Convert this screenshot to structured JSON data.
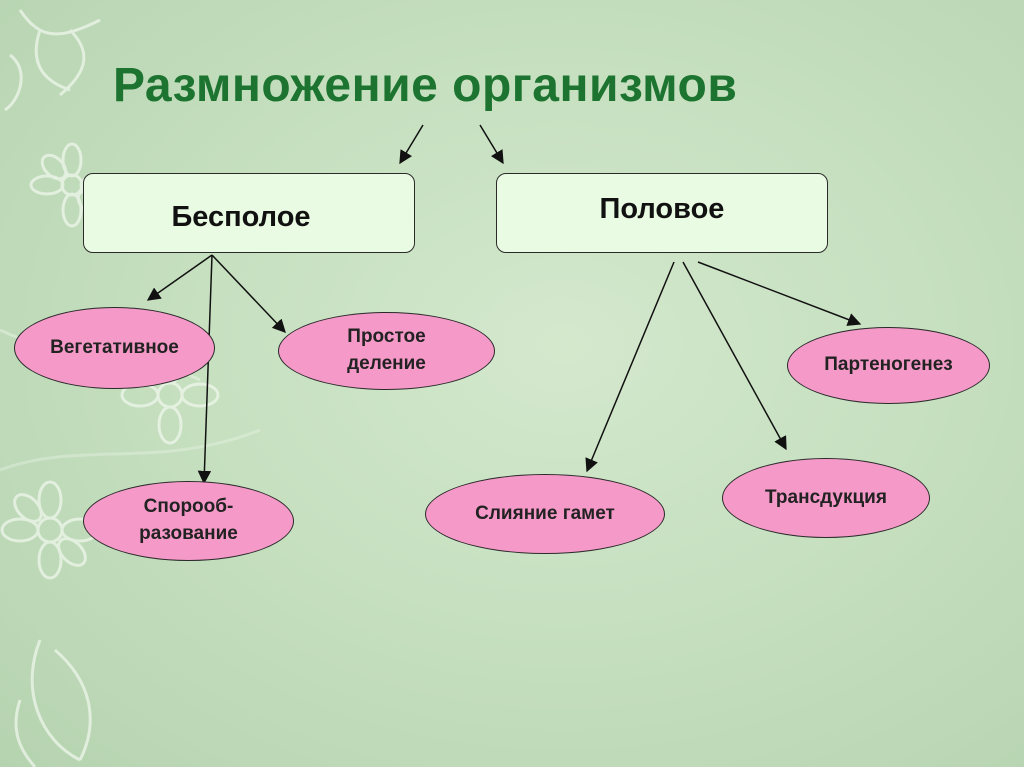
{
  "title": "Размножение организмов",
  "categories": {
    "asexual": "Бесполое",
    "sexual": "Половое"
  },
  "asexual_types": {
    "vegetative": "Вегетативное",
    "simple_division_line1": "Простое",
    "simple_division_line2": "деление",
    "sporulation_line1": "Спорооб-",
    "sporulation_line2": "разование"
  },
  "sexual_types": {
    "gamete_fusion": "Слияние гамет",
    "transduction": "Трансдукция",
    "parthenogenesis": "Партеногенез"
  },
  "colors": {
    "title": "#1c7430",
    "category_box": "#eafbe3",
    "type_oval": "#f59ac8",
    "background": "#c6e0c0"
  }
}
